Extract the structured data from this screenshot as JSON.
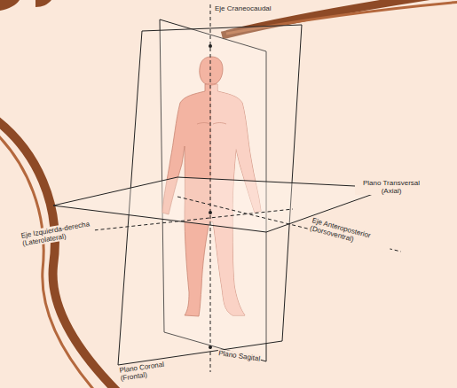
{
  "diagram": {
    "labels": [
      "Eje Craneocaudal",
      "Plano Transversal (Axial)",
      "Eje Izquierda-derecha (Laterolateral)",
      "Eje Anteroposterior (Dorsoventral)",
      "Plano Coronal (Frontal)",
      "Plano Sagital"
    ]
  }
}
